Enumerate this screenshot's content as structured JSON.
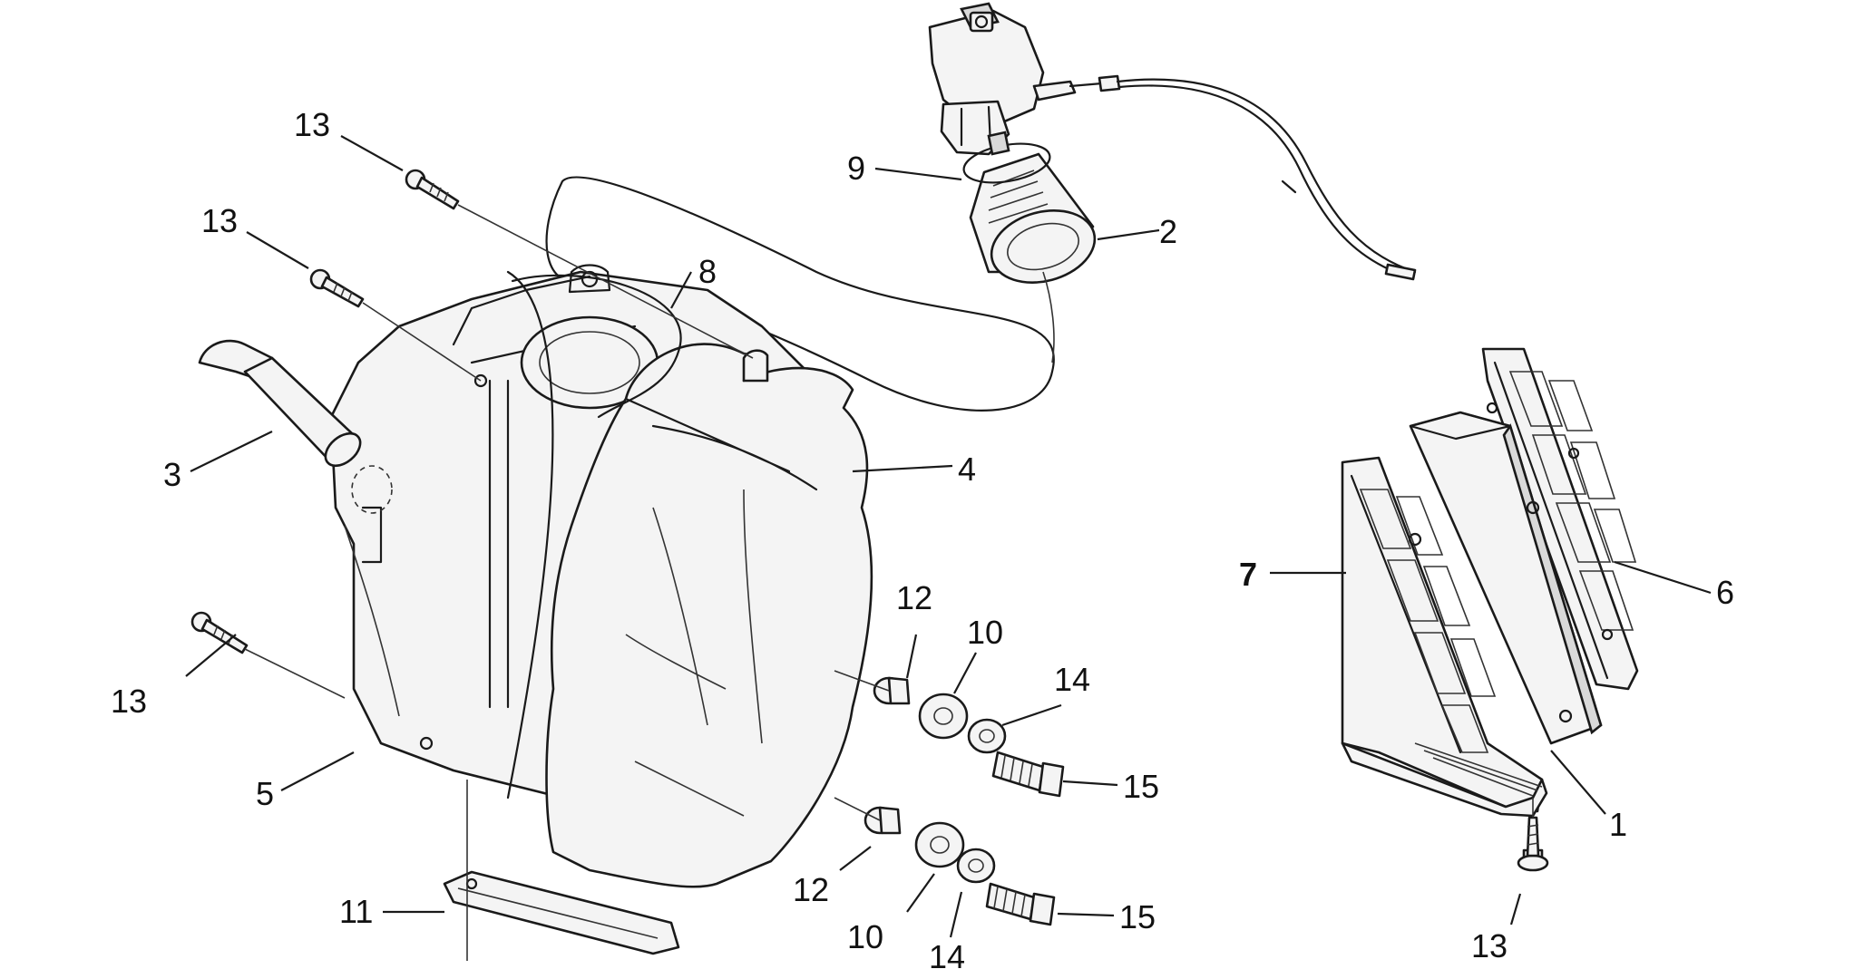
{
  "callouts": {
    "c1": "1",
    "c2": "2",
    "c3": "3",
    "c4": "4",
    "c5": "5",
    "c6": "6",
    "c7": "7",
    "c8": "8",
    "c9": "9",
    "c10_top": "10",
    "c10_bottom": "10",
    "c11": "11",
    "c12_top": "12",
    "c12_bottom": "12",
    "c13_top1": "13",
    "c13_top2": "13",
    "c13_left": "13",
    "c13_right": "13",
    "c14_top": "14",
    "c14_bottom": "14",
    "c15_top": "15",
    "c15_bottom": "15"
  },
  "colors": {
    "line": "#1a1a1a",
    "fill": "#f4f4f4",
    "background": "#ffffff"
  }
}
